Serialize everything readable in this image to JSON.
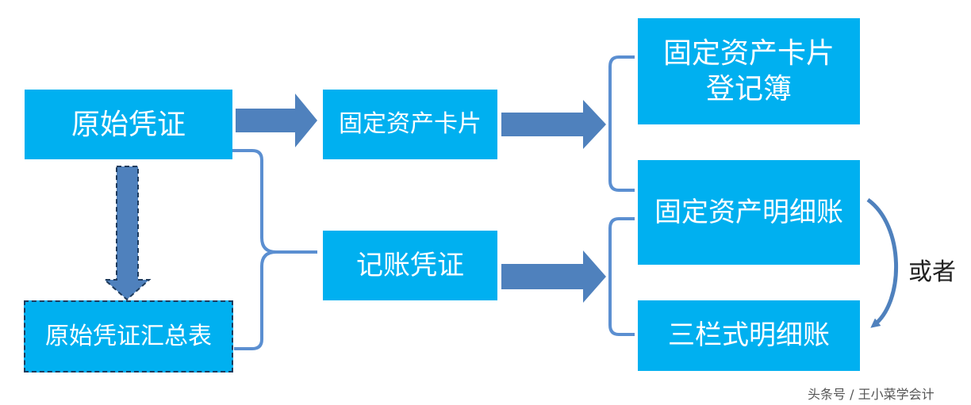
{
  "colors": {
    "box_fill": "#00b0f0",
    "arrow_fill": "#4f81bd",
    "bracket_stroke": "#5b8fd1",
    "dashed_border": "#1f3b5c"
  },
  "nodes": {
    "original_voucher": "原始凭证",
    "original_voucher_summary": "原始凭证汇总表",
    "fixed_asset_card": "固定资产卡片",
    "accounting_voucher": "记账凭证",
    "card_register_line1": "固定资产卡片",
    "card_register_line2": "登记簿",
    "fixed_asset_detail_ledger": "固定资产明细账",
    "three_column_detail_ledger": "三栏式明细账"
  },
  "labels": {
    "or": "或者"
  },
  "watermark": "头条号 / 王小菜学会计"
}
